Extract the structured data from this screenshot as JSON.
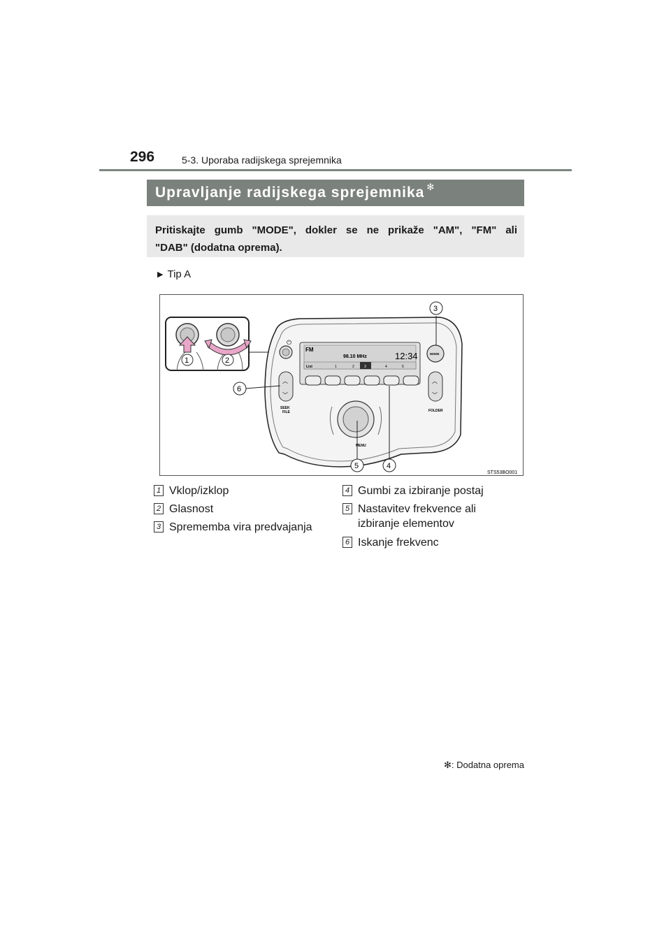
{
  "header": {
    "page_number": "296",
    "section": "5-3. Uporaba radijskega sprejemnika"
  },
  "title": {
    "text": "Upravljanje radijskega sprejemnika",
    "marker": "✻"
  },
  "intro": {
    "line1": "Pritiskajte gumb \"MODE\", dokler se ne prikaže \"AM\", \"FM\" ali",
    "line2": "\"DAB\" (dodatna oprema)."
  },
  "type_label": "Tip A",
  "figure": {
    "code": "STS53BO001",
    "callouts": [
      "1",
      "2",
      "3",
      "4",
      "5",
      "6"
    ],
    "display": {
      "band": "FM",
      "frequency": "98.10  MHz",
      "clock": "12:34",
      "list_label": "List",
      "presets": [
        "1",
        "2",
        "3",
        "4",
        "5"
      ]
    },
    "labels": {
      "mode": "MODE",
      "seek_line1": "SEEK",
      "seek_line2": "FILE",
      "folder": "FOLDER",
      "menu": "MENU"
    }
  },
  "legend": [
    {
      "num": "1",
      "text": "Vklop/izklop"
    },
    {
      "num": "2",
      "text": "Glasnost"
    },
    {
      "num": "3",
      "text": "Sprememba vira predvajanja"
    },
    {
      "num": "4",
      "text": "Gumbi za izbiranje postaj"
    },
    {
      "num": "5",
      "text_line1": "Nastavitev frekvence ali",
      "text_line2": "izbiranje elementov"
    },
    {
      "num": "6",
      "text": "Iskanje frekvenc"
    }
  ],
  "footnote": "✻: Dodatna oprema"
}
